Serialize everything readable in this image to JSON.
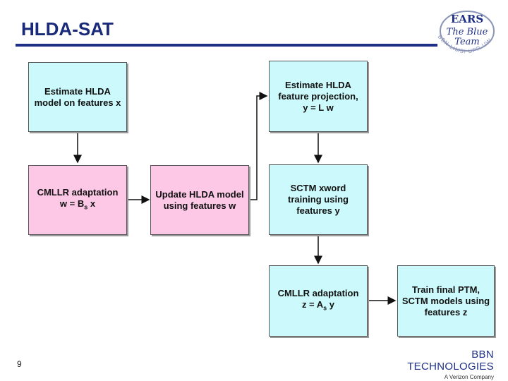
{
  "slide": {
    "title": "HLDA-SAT",
    "page_number": "9"
  },
  "logo": {
    "top_text": "EARS",
    "line1": "The Blue",
    "line2": "Team",
    "arc_text": "BBN LIMSI UPR UW"
  },
  "footer": {
    "company": "BBN TECHNOLOGIES",
    "tagline": "A Verizon Company"
  },
  "colors": {
    "title": "#1a2a7a",
    "rule": "#1f2f86",
    "cyan_box": "#ccf9fb",
    "pink_box": "#fcc8e6"
  },
  "diagram": {
    "box_estimate_model": {
      "line1": "Estimate HLDA",
      "line2": "model on features x"
    },
    "box_cmllr_w": {
      "line1": "CMLLR adaptation",
      "eq_prefix": "w = B",
      "eq_sub": "s",
      "eq_suffix": " x"
    },
    "box_update_hlda": {
      "line1": "Update HLDA model",
      "line2": "using features w"
    },
    "box_estimate_projection": {
      "line1": "Estimate HLDA",
      "line2": "feature projection,",
      "line3": "y = L w"
    },
    "box_sctm_xword": {
      "line1": "SCTM xword",
      "line2": "training using",
      "line3": "features y"
    },
    "box_cmllr_z": {
      "line1": "CMLLR adaptation",
      "eq_prefix": "z = A",
      "eq_sub": "s",
      "eq_suffix": " y"
    },
    "box_train_final": {
      "line1": "Train final PTM,",
      "line2": "SCTM models using",
      "line3": "features z"
    }
  }
}
